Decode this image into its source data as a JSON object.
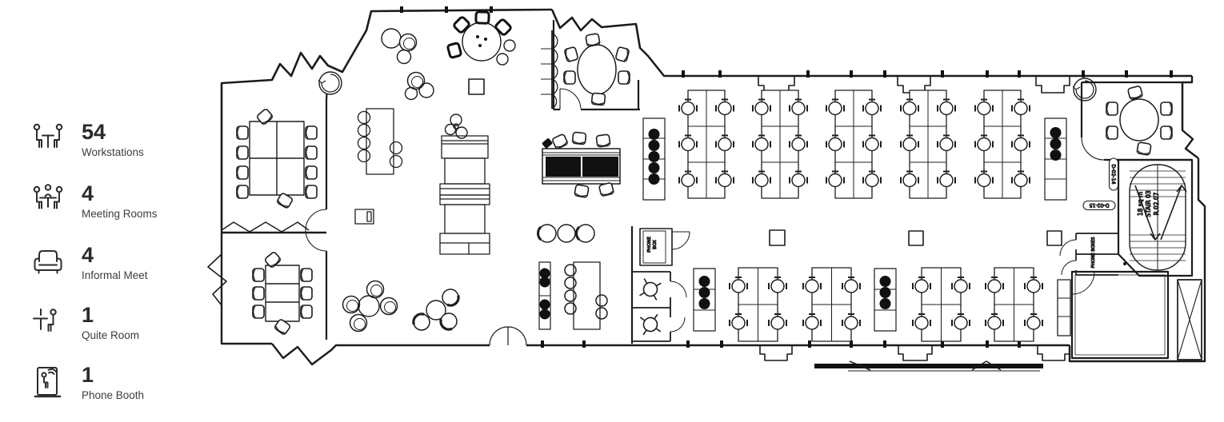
{
  "legend": {
    "items": [
      {
        "count": "54",
        "label": "Workstations"
      },
      {
        "count": "4",
        "label": "Meeting Rooms"
      },
      {
        "count": "4",
        "label": "Informal Meet"
      },
      {
        "count": "1",
        "label": "Quite Room"
      },
      {
        "count": "1",
        "label": "Phone Booth"
      }
    ]
  },
  "floorplan": {
    "labels": {
      "stair_area": "18 sq m",
      "stair_name": "STAIR 03",
      "stair_ref": "R.02.07",
      "door_top": "D-02-14",
      "door_bottom": "D-02-15",
      "phone_boxes": "PHONE BOXES",
      "phone_box_line1": "PHONE",
      "phone_box_line2": "BOX"
    },
    "line_color": "#1c1c1c"
  }
}
